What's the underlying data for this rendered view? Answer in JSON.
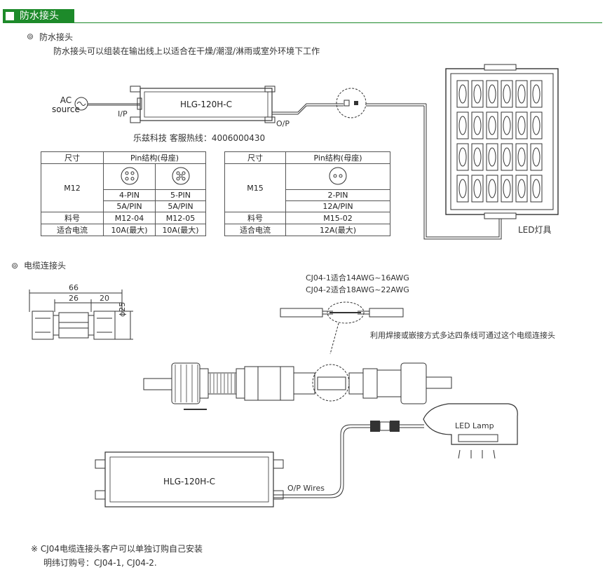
{
  "header": {
    "title": "防水接头"
  },
  "sec1": {
    "bullet_title": "防水接头",
    "desc": "防水接头可以组装在输出线上以适合在干燥/潮湿/淋雨或室外环境下工作"
  },
  "wiring1": {
    "ac_label": "AC",
    "source_label": "source",
    "ip_label": "I/P",
    "op_label": "O/P",
    "driver_model": "HLG-120H-C",
    "hotline": "乐兹科技 客服热线：4006000430",
    "led_label": "LED灯具"
  },
  "table_m12": {
    "col_size": "尺寸",
    "col_pin": "Pin结构(母座)",
    "size": "M12",
    "pins": [
      "4-PIN",
      "5-PIN"
    ],
    "currents": [
      "5A/PIN",
      "5A/PIN"
    ],
    "row_part_label": "料号",
    "parts": [
      "M12-04",
      "M12-05"
    ],
    "row_current_label": "适合电流",
    "max_currents": [
      "10A(最大)",
      "10A(最大)"
    ]
  },
  "table_m15": {
    "col_size": "尺寸",
    "col_pin": "Pin结构(母座)",
    "size": "M15",
    "pin": "2-PIN",
    "current": "12A/PIN",
    "row_part_label": "料号",
    "part": "M15-02",
    "row_current_label": "适合电流",
    "max_current": "12A(最大)"
  },
  "sec2": {
    "bullet_title": "电缆连接头",
    "dim_total": "66",
    "dim_left": "26",
    "dim_right": "20",
    "dim_dia": "ϕ25",
    "cj1": "CJ04-1适合14AWG~16AWG",
    "cj2": "CJ04-2适合18AWG~22AWG",
    "weld_note": "利用焊接或嵌接方式多达四条线可通过这个电缆连接头"
  },
  "wiring2": {
    "driver_model": "HLG-120H-C",
    "op_wires": "O/P Wires",
    "led_lamp": "LED Lamp"
  },
  "footer": {
    "note1": "※ CJ04电缆连接头客户可以单独订购自己安装",
    "note2": "明纬订购号：CJ04-1, CJ04-2."
  }
}
